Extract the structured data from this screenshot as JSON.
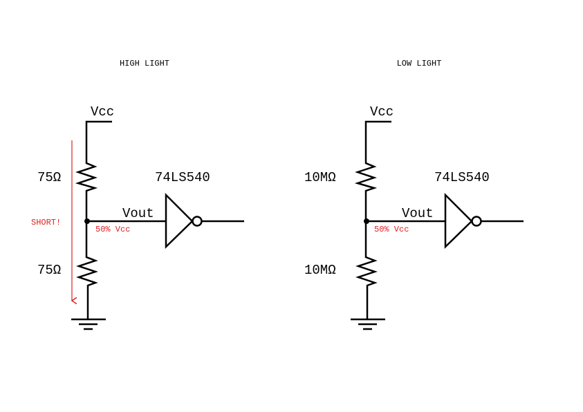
{
  "colors": {
    "wire": "#000000",
    "annotation": "#e02020"
  },
  "left_circuit": {
    "title": "HIGH LIGHT",
    "supply": "Vcc",
    "r_top": "75Ω",
    "r_bottom": "75Ω",
    "output": "Vout",
    "chip": "74LS540",
    "node_note": "50% Vcc",
    "warning": "SHORT!"
  },
  "right_circuit": {
    "title": "LOW LIGHT",
    "supply": "Vcc",
    "r_top": "10MΩ",
    "r_bottom": "10MΩ",
    "output": "Vout",
    "chip": "74LS540",
    "node_note": "50% Vcc"
  }
}
